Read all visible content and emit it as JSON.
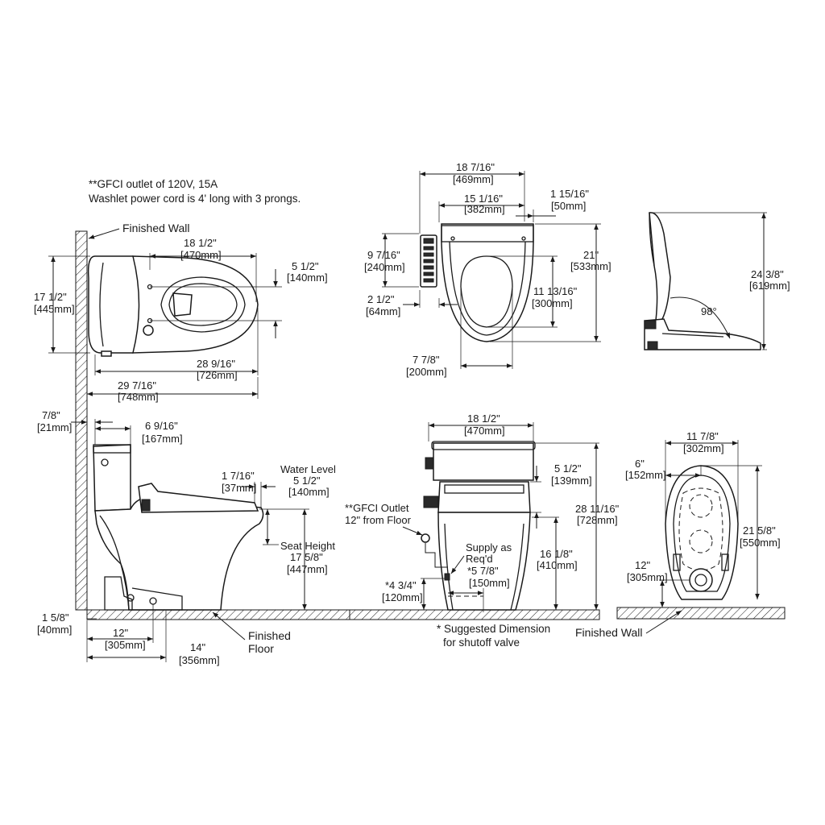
{
  "notes": {
    "gfci_line1": "**GFCI outlet of 120V, 15A",
    "gfci_line2": "Washlet power cord is 4' long with 3 prongs.",
    "suggested_line1": "* Suggested Dimension",
    "suggested_line2": "for shutoff valve"
  },
  "labels": {
    "finished_wall_top": "Finished Wall",
    "finished_wall_bottom": "Finished Wall",
    "finished_floor_line1": "Finished",
    "finished_floor_line2": "Floor",
    "water_level": "Water Level",
    "seat_height": "Seat Height",
    "gfci_outlet_line1": "**GFCI Outlet",
    "gfci_outlet_line2": "12\" from Floor",
    "supply_line1": "Supply as",
    "supply_line2": "Req'd"
  },
  "top_view": {
    "d1_in": "18 1/2\"",
    "d1_mm": "[470mm]",
    "d2_in": "17 1/2\"",
    "d2_mm": "[445mm]",
    "d3_in": "5 1/2\"",
    "d3_mm": "[140mm]",
    "d4_in": "28 9/16\"",
    "d4_mm": "[726mm]",
    "d5_in": "29 7/16\"",
    "d5_mm": "[748mm]"
  },
  "seat_top_view": {
    "d1_in": "18 7/16\"",
    "d1_mm": "[469mm]",
    "d2_in": "15 1/16\"",
    "d2_mm": "[382mm]",
    "d3_in": "1 15/16\"",
    "d3_mm": "[50mm]",
    "d4_in": "9 7/16\"",
    "d4_mm": "[240mm]",
    "d5_in": "21\"",
    "d5_mm": "[533mm]",
    "d6_in": "11 13/16\"",
    "d6_mm": "[300mm]",
    "d7_in": "2 1/2\"",
    "d7_mm": "[64mm]",
    "d8_in": "7 7/8\"",
    "d8_mm": "[200mm]"
  },
  "seat_side_view": {
    "d1_in": "24 3/8\"",
    "d1_mm": "[619mm]",
    "angle": "98°"
  },
  "side_view": {
    "d1_in": "7/8\"",
    "d1_mm": "[21mm]",
    "d2_in": "6 9/16\"",
    "d2_mm": "[167mm]",
    "d3_in": "1 7/16\"",
    "d3_mm": "[37mm]",
    "d4_in": "5 1/2\"",
    "d4_mm": "[140mm]",
    "d5_in": "17 5/8\"",
    "d5_mm": "[447mm]",
    "d6_in": "1 5/8\"",
    "d6_mm": "[40mm]",
    "d7_in": "12\"",
    "d7_mm": "[305mm]",
    "d8_in": "14\"",
    "d8_mm": "[356mm]"
  },
  "front_view": {
    "d1_in": "18 1/2\"",
    "d1_mm": "[470mm]",
    "d2_in": "5 1/2\"",
    "d2_mm": "[139mm]",
    "d3_in": "28 11/16\"",
    "d3_mm": "[728mm]",
    "d4_in": "16 1/8\"",
    "d4_mm": "[410mm]",
    "d5_in": "*5 7/8\"",
    "d5_mm": "[150mm]",
    "d6_in": "*4 3/4\"",
    "d6_mm": "[120mm]"
  },
  "bottom_view": {
    "d1_in": "11 7/8\"",
    "d1_mm": "[302mm]",
    "d2_in": "6\"",
    "d2_mm": "[152mm]",
    "d3_in": "21 5/8\"",
    "d3_mm": "[550mm]",
    "d4_in": "12\"",
    "d4_mm": "[305mm]"
  }
}
